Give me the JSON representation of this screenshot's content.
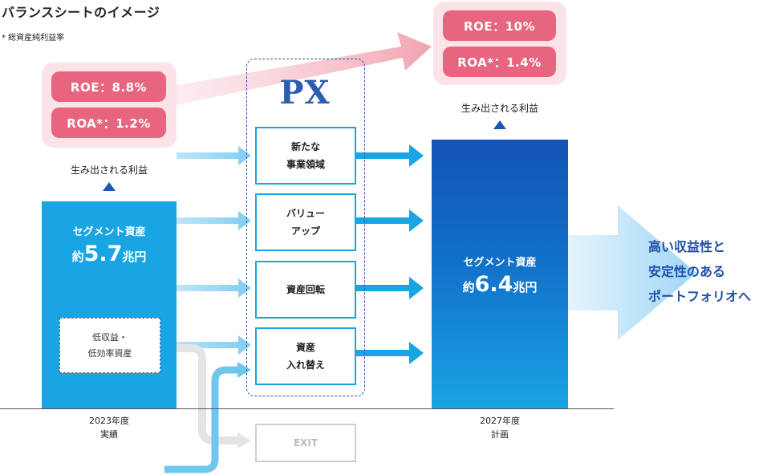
{
  "title": "バランスシートのイメージ",
  "footnote": "* 総資産純利益率",
  "current": {
    "roe": "ROE：8.8%",
    "roa": "ROA*：1.2%",
    "profit_label": "生み出される利益",
    "segment_label": "セグメント資産",
    "amount_prefix": "約",
    "amount_value": "5.7",
    "amount_unit": "兆円",
    "low_assets_line1": "低収益・",
    "low_assets_line2": "低効率資産",
    "year": "2023年度",
    "year_sub": "実績"
  },
  "px": {
    "logo": "PX",
    "items": [
      {
        "line1": "新たな",
        "line2": "事業領域"
      },
      {
        "line1": "バリュー",
        "line2": "アップ"
      },
      {
        "line1": "資産回転",
        "line2": ""
      },
      {
        "line1": "資産",
        "line2": "入れ替え"
      }
    ],
    "exit": "EXIT"
  },
  "target": {
    "roe": "ROE：10%",
    "roa": "ROA*：1.4%",
    "profit_label": "生み出される利益",
    "segment_label": "セグメント資産",
    "amount_prefix": "約",
    "amount_value": "6.4",
    "amount_unit": "兆円",
    "year": "2027年度",
    "year_sub": "計画"
  },
  "goal": {
    "line1": "高い収益性と",
    "line2": "安定性のある",
    "line3": "ポートフォリオへ"
  },
  "colors": {
    "roe_pill": "#e8657f",
    "roe_panel": "#fbe3e8",
    "bar_light": "#19a4e4",
    "bar_dark": "#1254b5",
    "px_frame": "#2d5aa8",
    "goal_text": "#1f4fa8"
  }
}
